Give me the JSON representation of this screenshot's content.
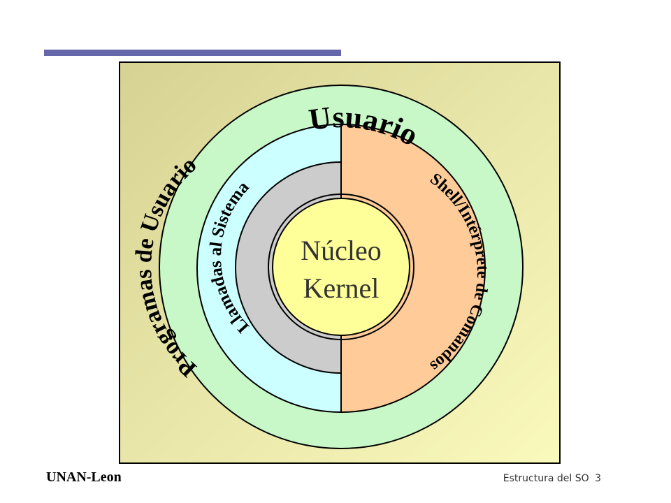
{
  "diagram": {
    "outer_ring_label": "Usuario",
    "user_programs_label": "Programas de Usuario",
    "shell_label": "Shell/Intérprete de Comandos",
    "system_calls_label": "Llamadas al Sistema",
    "kernel_line1": "Núcleo",
    "kernel_line2": "Kernel",
    "colors": {
      "background_from": "#d8d498",
      "background_to": "#f8f8b8",
      "outer_ring": "#c8f8c8",
      "user_programs": "#ccffff",
      "shell": "#ffcc99",
      "system_calls": "#cccccc",
      "kernel": "#ffff99",
      "accent_bar": "#6666aa"
    }
  },
  "footer": {
    "institution": "UNAN-Leon",
    "slide_title": "Estructura del SO",
    "slide_number": "3"
  }
}
